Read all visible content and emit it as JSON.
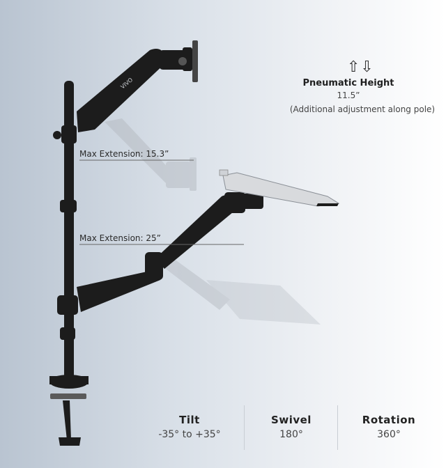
{
  "pneumatic": {
    "arrows": "⇧⇩",
    "title": "Pneumatic Height",
    "value": "11.5”",
    "note": "(Additional adjustment along pole)"
  },
  "extensions": {
    "upper": "Max Extension: 15.3”",
    "lower": "Max Extension: 25”"
  },
  "specs": [
    {
      "name": "Tilt",
      "value": "-35° to +35°"
    },
    {
      "name": "Swivel",
      "value": "180°"
    },
    {
      "name": "Rotation",
      "value": "360°"
    }
  ],
  "brand": "VIVO",
  "colors": {
    "mount": "#1c1c1c",
    "ghost": "#b7bcc3",
    "tray": "#d8dadd"
  }
}
